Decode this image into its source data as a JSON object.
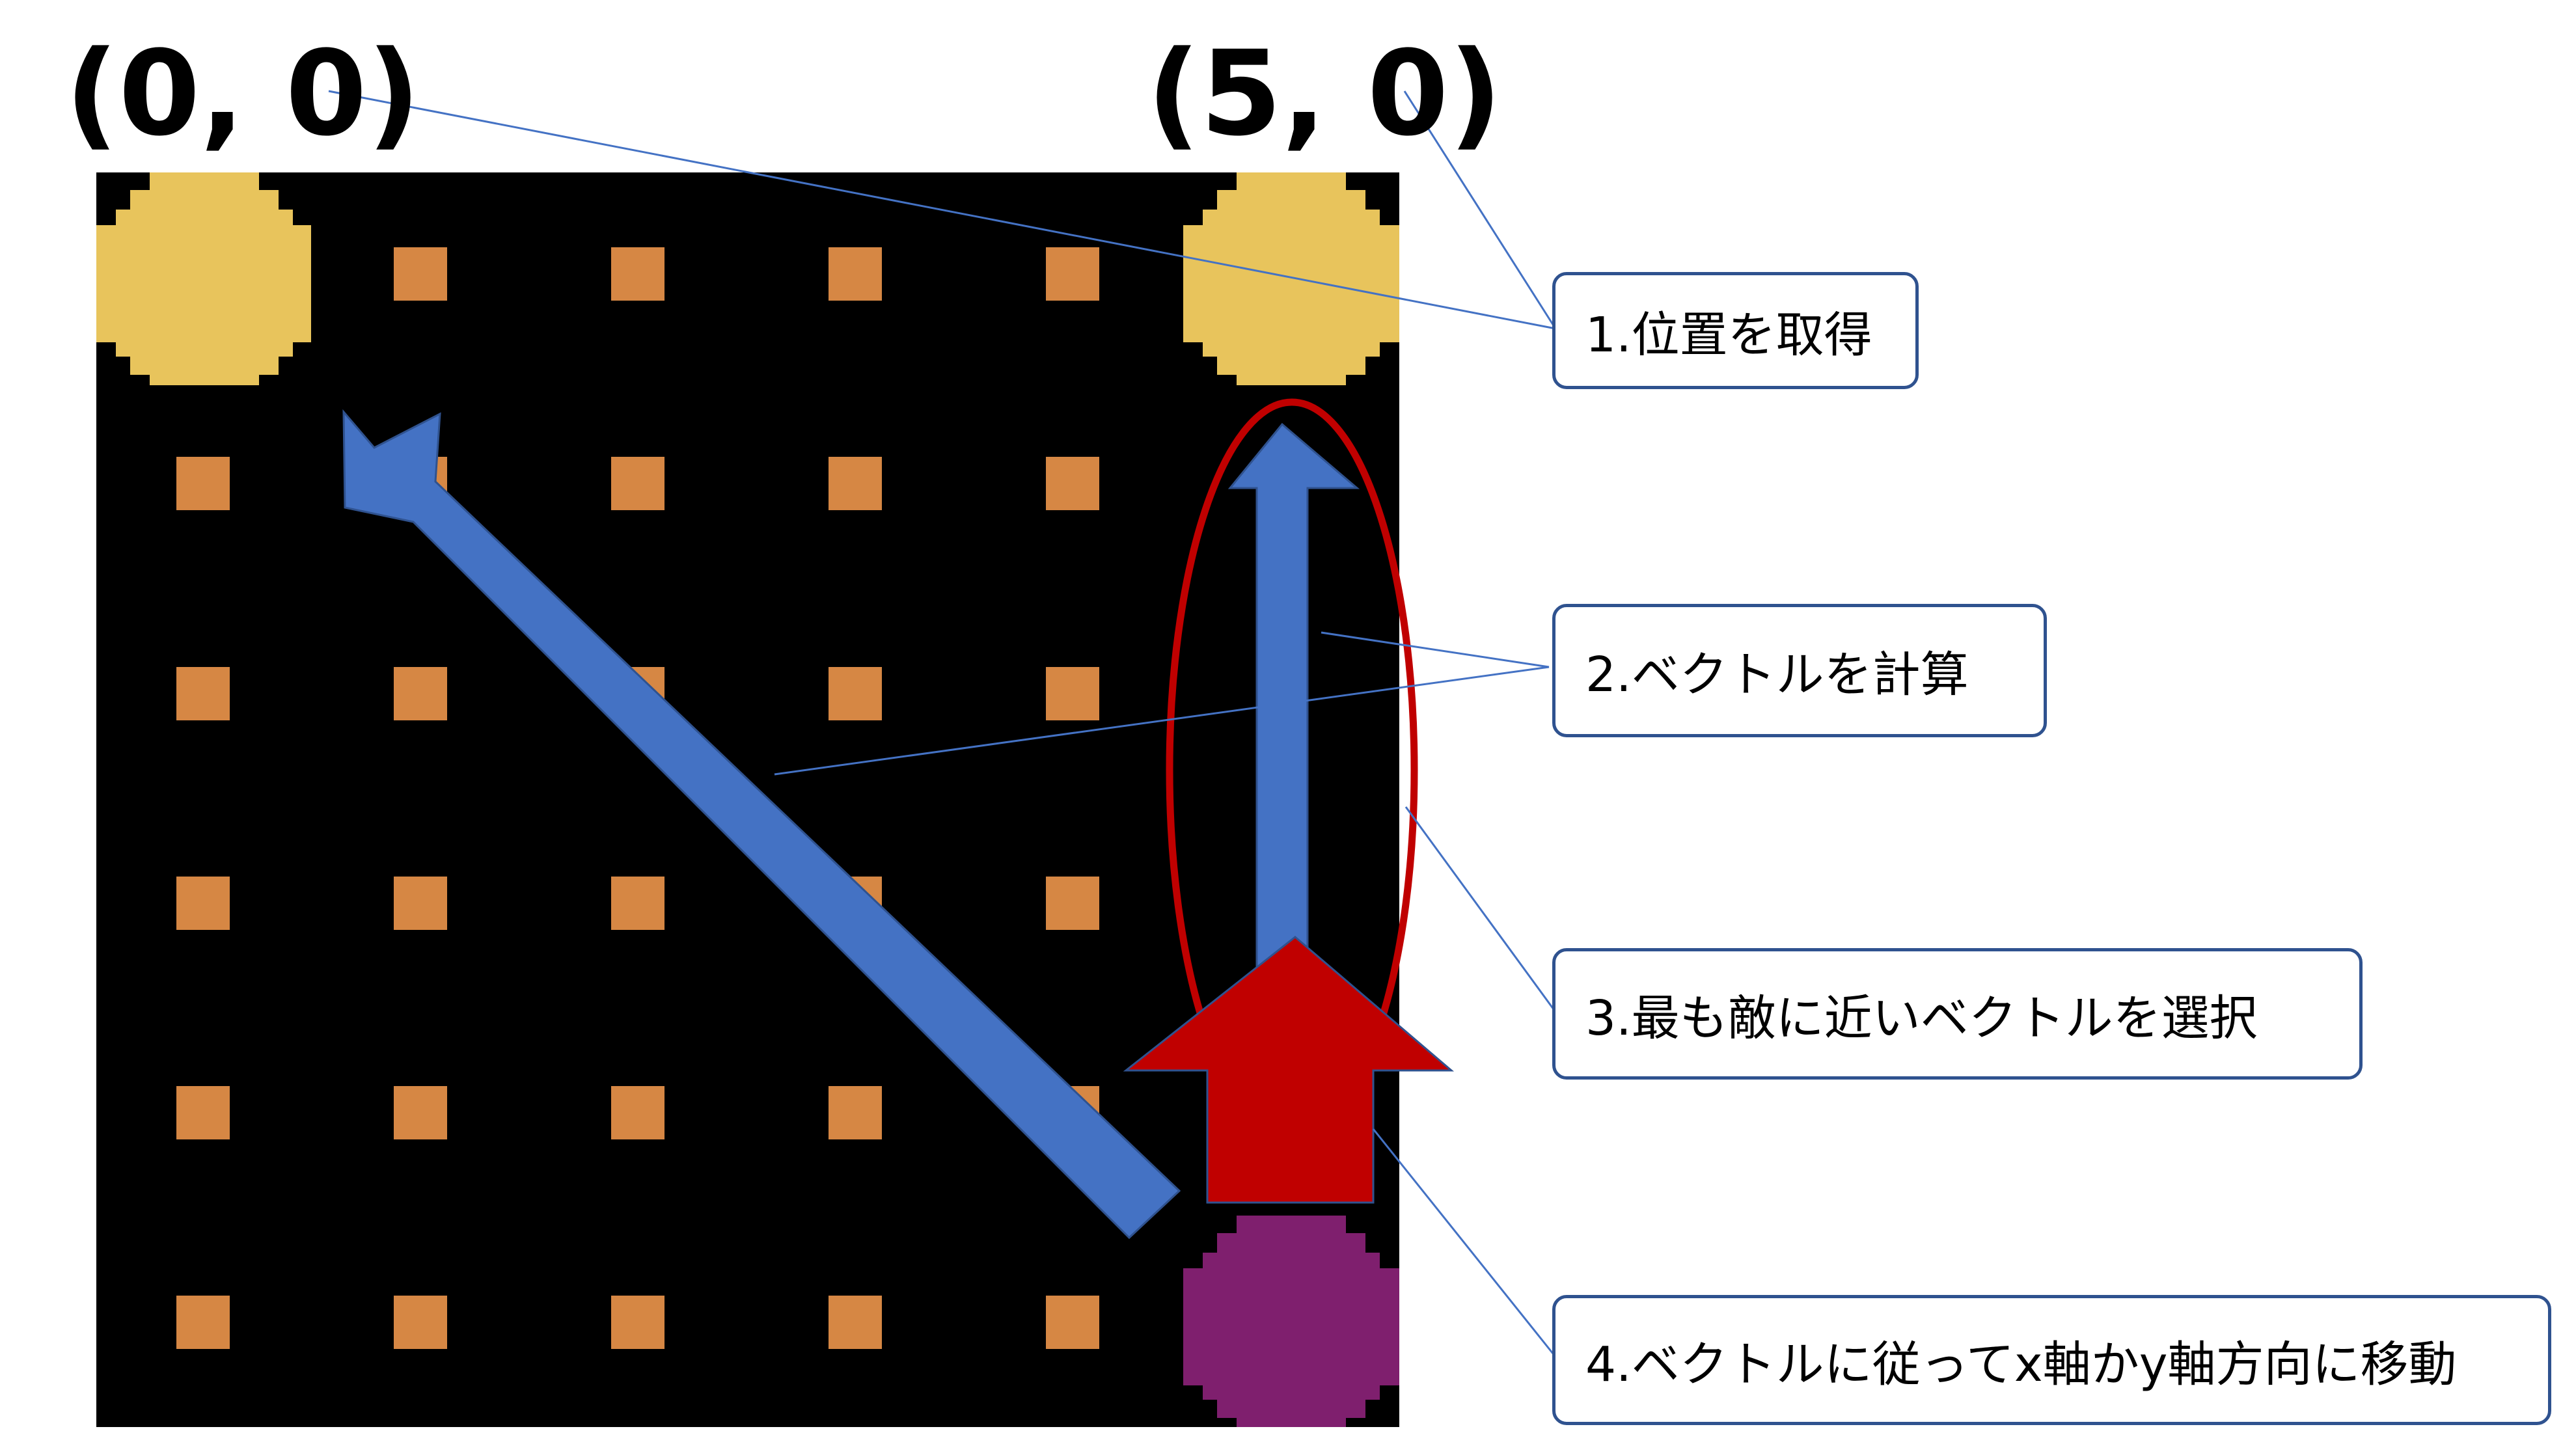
{
  "colors": {
    "background": "#ffffff",
    "board": "#000000",
    "dot": "#d68744",
    "yellow_piece": "#e8c45c",
    "purple_piece": "#7f1f6e",
    "vector_arrow": "#4472c4",
    "move_arrow": "#c00000",
    "selection_ellipse": "#c00000",
    "leader_line": "#4472c4",
    "callout_border": "#2f528f"
  },
  "coord_labels": {
    "origin": "(0, 0)",
    "top_right": "(5, 0)"
  },
  "callouts": {
    "step1": "1.位置を取得",
    "step2": "2.ベクトルを計算",
    "step3": "3.最も敵に近いベクトルを選択",
    "step4": "4.ベクトルに従ってx軸かy軸方向に移動"
  }
}
